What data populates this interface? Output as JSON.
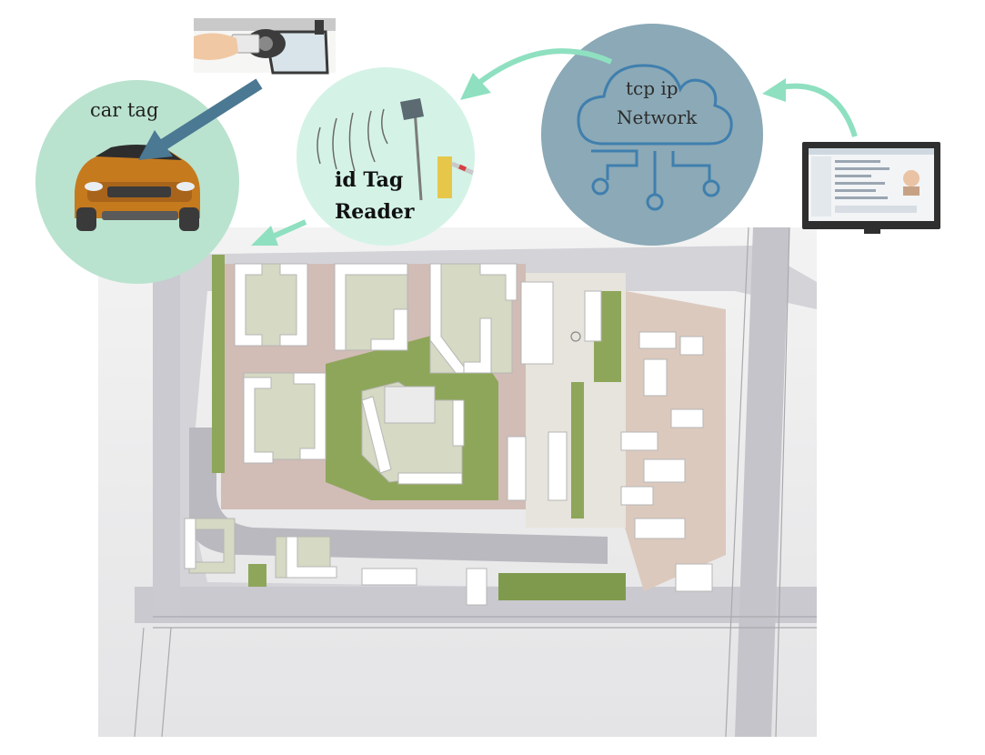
{
  "car_tag": {
    "label": "car tag"
  },
  "reader": {
    "line1": "id Tag",
    "line2": "Reader"
  },
  "network": {
    "line1": "tcp ip",
    "line2": "Network"
  },
  "colors": {
    "car_circle": "#b9e3cf",
    "reader_circle": "#d4f3e6",
    "network_circle": "#8ba9b6",
    "network_lines": "#3f7fae",
    "arrow_green": "#8ee0c0",
    "arrow_blue": "#4b7892",
    "car_body": "#c67a1e",
    "map_green": "#8ea65a",
    "map_building": "#ffffff",
    "map_plaza": "#c9a9a4",
    "map_road": "#b9b9bf"
  },
  "icons": [
    "car-icon",
    "hand-card-icon",
    "barrier-gate-icon",
    "cloud-network-icon",
    "monitor-icon"
  ]
}
